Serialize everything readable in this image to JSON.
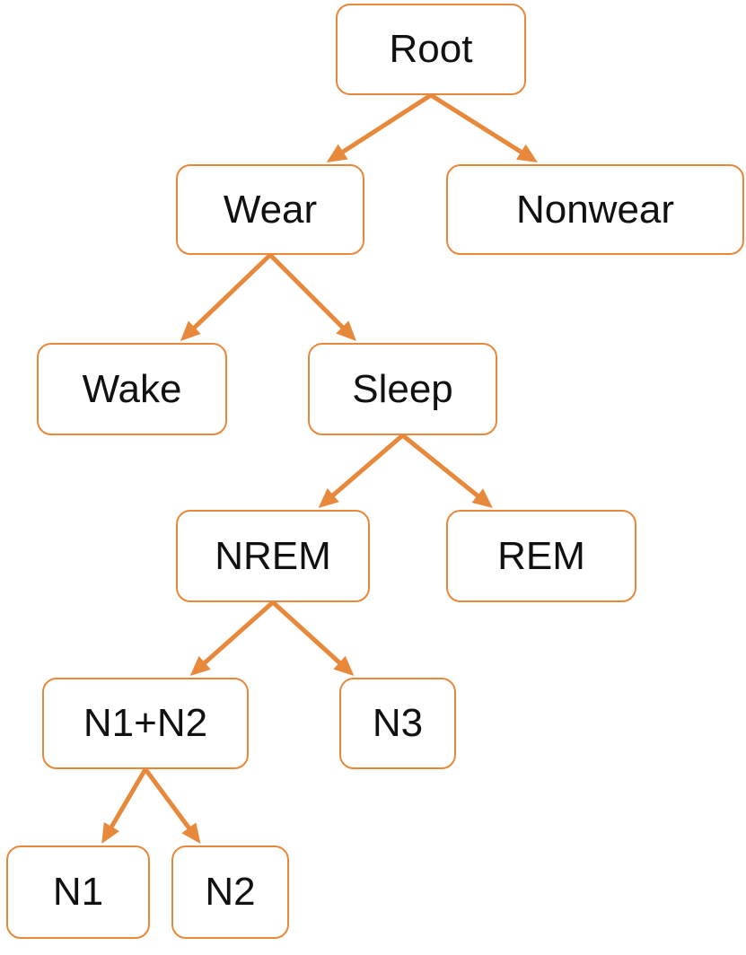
{
  "diagram": {
    "colors": {
      "accent": "#E8883A",
      "text": "#111111",
      "background": "#ffffff"
    },
    "nodes": {
      "root": "Root",
      "wear": "Wear",
      "nonwear": "Nonwear",
      "wake": "Wake",
      "sleep": "Sleep",
      "nrem": "NREM",
      "rem": "REM",
      "n1n2": "N1+N2",
      "n3": "N3",
      "n1": "N1",
      "n2": "N2"
    },
    "edges": [
      {
        "from": "root",
        "to": "wear"
      },
      {
        "from": "root",
        "to": "nonwear"
      },
      {
        "from": "wear",
        "to": "wake"
      },
      {
        "from": "wear",
        "to": "sleep"
      },
      {
        "from": "sleep",
        "to": "nrem"
      },
      {
        "from": "sleep",
        "to": "rem"
      },
      {
        "from": "nrem",
        "to": "n1n2"
      },
      {
        "from": "nrem",
        "to": "n3"
      },
      {
        "from": "n1n2",
        "to": "n1"
      },
      {
        "from": "n1n2",
        "to": "n2"
      }
    ]
  }
}
